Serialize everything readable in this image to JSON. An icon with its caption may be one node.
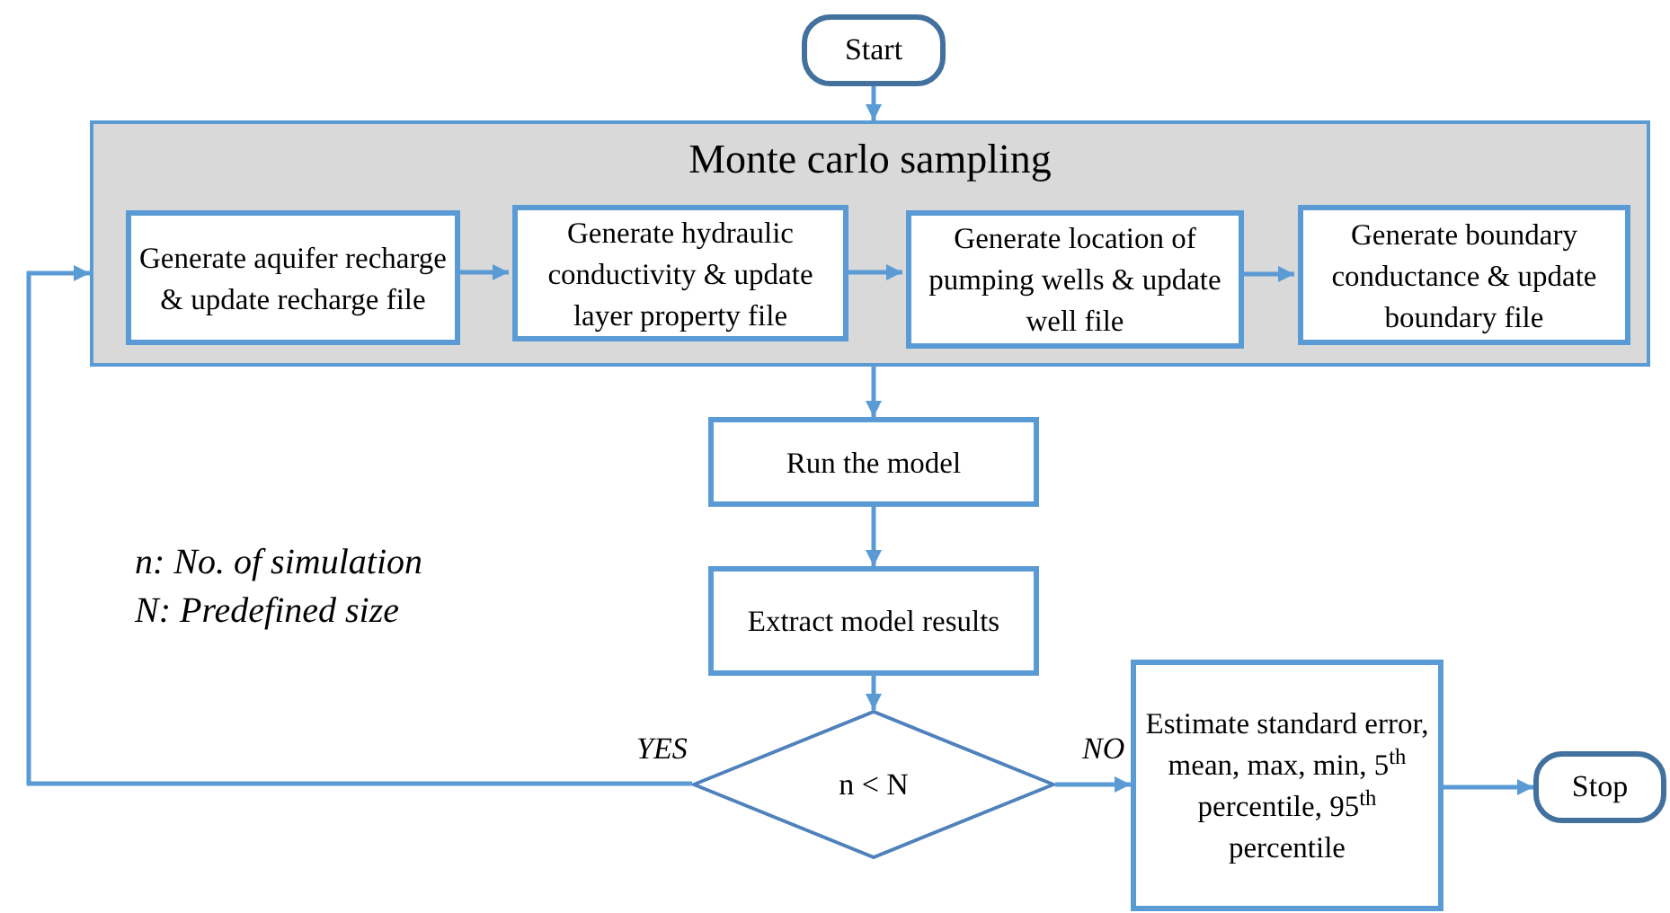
{
  "diagram": {
    "nodes": [
      {
        "text": [
          "Start"
        ]
      },
      {
        "text": [
          "Monte carlo sampling"
        ]
      },
      {
        "text": [
          "Generate aquifer recharge & update recharge file"
        ],
        "in": 1
      },
      {
        "text": [
          "Generate hydraulic conductivity & update layer property file"
        ],
        "in": 1
      },
      {
        "text": [
          "Generate location of pumping wells & update well file"
        ],
        "in": 1
      },
      {
        "text": [
          "Generate boundary conductance & update boundary file"
        ],
        "in": 1
      },
      {
        "text": [
          "Run the model"
        ]
      },
      {
        "text": [
          "Extract model results"
        ]
      },
      {
        "text": [
          "n < N"
        ]
      },
      {
        "text": [
          "Estimate standard error, mean, max, min, 5$^{th}$ percentile, 95$^{th}$ percentile"
        ]
      },
      {
        "text": [
          "Stop"
        ]
      }
    ],
    "edges": [
      {
        "from": 0,
        "to": 1,
        "arrow": "to"
      },
      {
        "from": 2,
        "to": 3,
        "arrow": "to"
      },
      {
        "from": 3,
        "to": 4,
        "arrow": "to"
      },
      {
        "from": 4,
        "to": 5,
        "arrow": "to"
      },
      {
        "from": 1,
        "to": 6,
        "arrow": "to"
      },
      {
        "from": 6,
        "to": 7,
        "arrow": "to"
      },
      {
        "from": 7,
        "to": 8,
        "arrow": "to"
      },
      {
        "from": 8,
        "to": 1,
        "label": "YES",
        "arrow": "to"
      },
      {
        "from": 8,
        "to": 9,
        "label": "NO",
        "arrow": "to"
      },
      {
        "from": 9,
        "to": 10,
        "arrow": "to"
      }
    ],
    "labels": [
      "n: No. of simulation",
      "N: Predefined size"
    ]
  }
}
